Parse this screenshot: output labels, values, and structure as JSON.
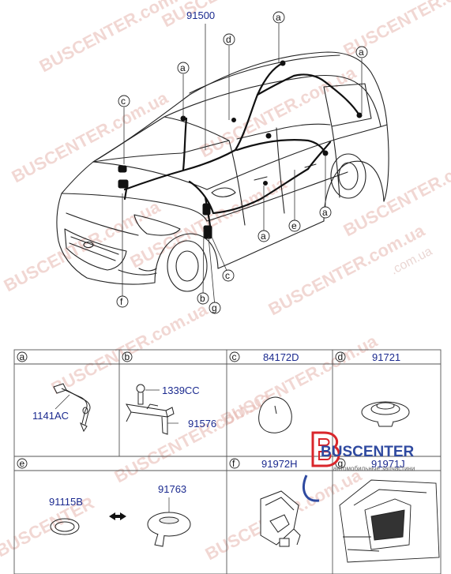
{
  "diagram": {
    "part_number_main": "91500",
    "callout_letters": {
      "a": "a",
      "b": "b",
      "c": "c",
      "d": "d",
      "e": "e",
      "f": "f",
      "g": "g"
    }
  },
  "table": {
    "cells": [
      {
        "letter": "a",
        "part": "",
        "labels": [
          "1141AC"
        ]
      },
      {
        "letter": "b",
        "part": "",
        "labels": [
          "1339CC",
          "91576"
        ]
      },
      {
        "letter": "c",
        "part": "84172D",
        "labels": []
      },
      {
        "letter": "d",
        "part": "91721",
        "labels": []
      },
      {
        "letter": "e",
        "part": "",
        "labels": [
          "91115B",
          "91763"
        ]
      },
      {
        "letter": "f",
        "part": "91972H",
        "labels": []
      },
      {
        "letter": "g",
        "part": "91971J",
        "labels": []
      }
    ]
  },
  "watermark": {
    "brand": "BUSCENTER",
    "site": "BUSCENTER.com.ua",
    "site_short": ".com.ua",
    "tagline": "автомобильные запчастини"
  },
  "colors": {
    "line": "#222222",
    "label_blue": "#1b2a8f",
    "watermark": "#e7b8b0",
    "logo_red": "#d9262b",
    "logo_blue": "#2f4aa0"
  }
}
